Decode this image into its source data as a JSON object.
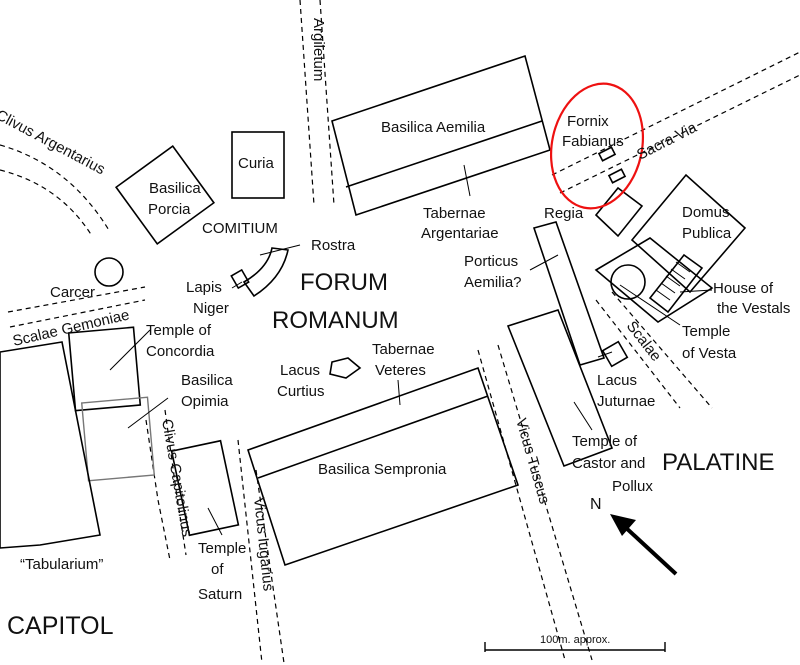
{
  "map": {
    "labels": {
      "clivus_argentarius": "Clivus Argentarius",
      "argiletum": "Argiletum",
      "basilica_aemilia": "Basilica Aemilia",
      "fornix_fabianus_1": "Fornix",
      "fornix_fabianus_2": "Fabianus",
      "sacra_via": "Sacra Via",
      "curia": "Curia",
      "basilica_porcia_1": "Basilica",
      "basilica_porcia_2": "Porcia",
      "comitium": "COMITIUM",
      "tabernae_argentariae_1": "Tabernae",
      "tabernae_argentariae_2": "Argentariae",
      "regia": "Regia",
      "domus_publica_1": "Domus",
      "domus_publica_2": "Publica",
      "rostra": "Rostra",
      "carcer": "Carcer",
      "lapis_niger_1": "Lapis",
      "lapis_niger_2": "Niger",
      "forum_1": "FORUM",
      "forum_2": "ROMANUM",
      "porticus_aemilia_1": "Porticus",
      "porticus_aemilia_2": "Aemilia?",
      "house_vestals_1": "House of",
      "house_vestals_2": "the Vestals",
      "scalae_gemoniae": "Scalae Gemoniae",
      "temple_concordia_1": "Temple of",
      "temple_concordia_2": "Concordia",
      "temple_vesta_1": "Temple",
      "temple_vesta_2": "of Vesta",
      "scalae": "Scalae",
      "basilica_opimia_1": "Basilica",
      "basilica_opimia_2": "Opimia",
      "lacus_curtius_1": "Lacus",
      "lacus_curtius_2": "Curtius",
      "tabernae_veteres_1": "Tabernae",
      "tabernae_veteres_2": "Veteres",
      "lacus_juturnae_1": "Lacus",
      "lacus_juturnae_2": "Juturnae",
      "clivus_capitolinus": "Clivus Capitolinus",
      "basilica_sempronia": "Basilica Sempronia",
      "vicus_tuscus": "Vicus Tuscus",
      "temple_castor_1": "Temple of",
      "temple_castor_2": "Castor and",
      "temple_castor_3": "Pollux",
      "palatine": "PALATINE",
      "north": "N",
      "tabularium": "“Tabularium”",
      "vicus_iugarius": "Vicus Iugarius",
      "temple_saturn_1": "Temple",
      "temple_saturn_2": "of",
      "temple_saturn_3": "Saturn",
      "capitol": "CAPITOL",
      "scale_bar": "100m. approx."
    },
    "highlight_color": "#e11111",
    "line_color": "#000000"
  }
}
